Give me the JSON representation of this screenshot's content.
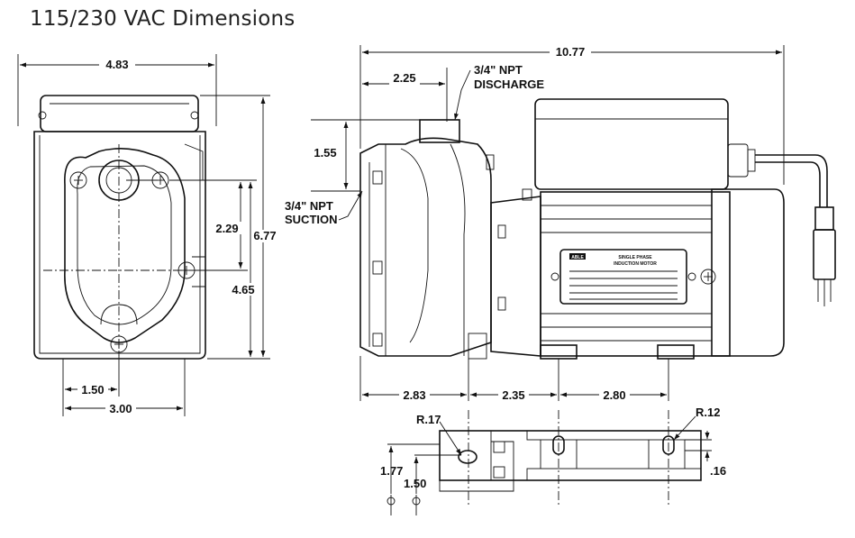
{
  "title": "115/230 VAC Dimensions",
  "dimensions": {
    "front_width": "4.83",
    "front_port_height": "2.29",
    "front_total_height": "6.77",
    "front_mount_height": "4.65",
    "front_half_width": "1.50",
    "front_base_width": "3.00",
    "total_length": "10.77",
    "discharge_offset": "2.25",
    "discharge_label": "3/4\" NPT\nDISCHARGE",
    "suction_height": "1.55",
    "suction_label": "3/4\" NPT\nSUCTION",
    "len_a": "2.83",
    "len_b": "2.35",
    "len_c": "2.80",
    "slot_radius_left": "R.17",
    "slot_radius_right": "R.12",
    "slot_width": ".16",
    "base_1": "1.77",
    "base_2": "1.50"
  },
  "nameplate": {
    "brand": "ABLE",
    "line1": "SINGLE PHASE",
    "line2": "INDUCTION MOTOR"
  }
}
